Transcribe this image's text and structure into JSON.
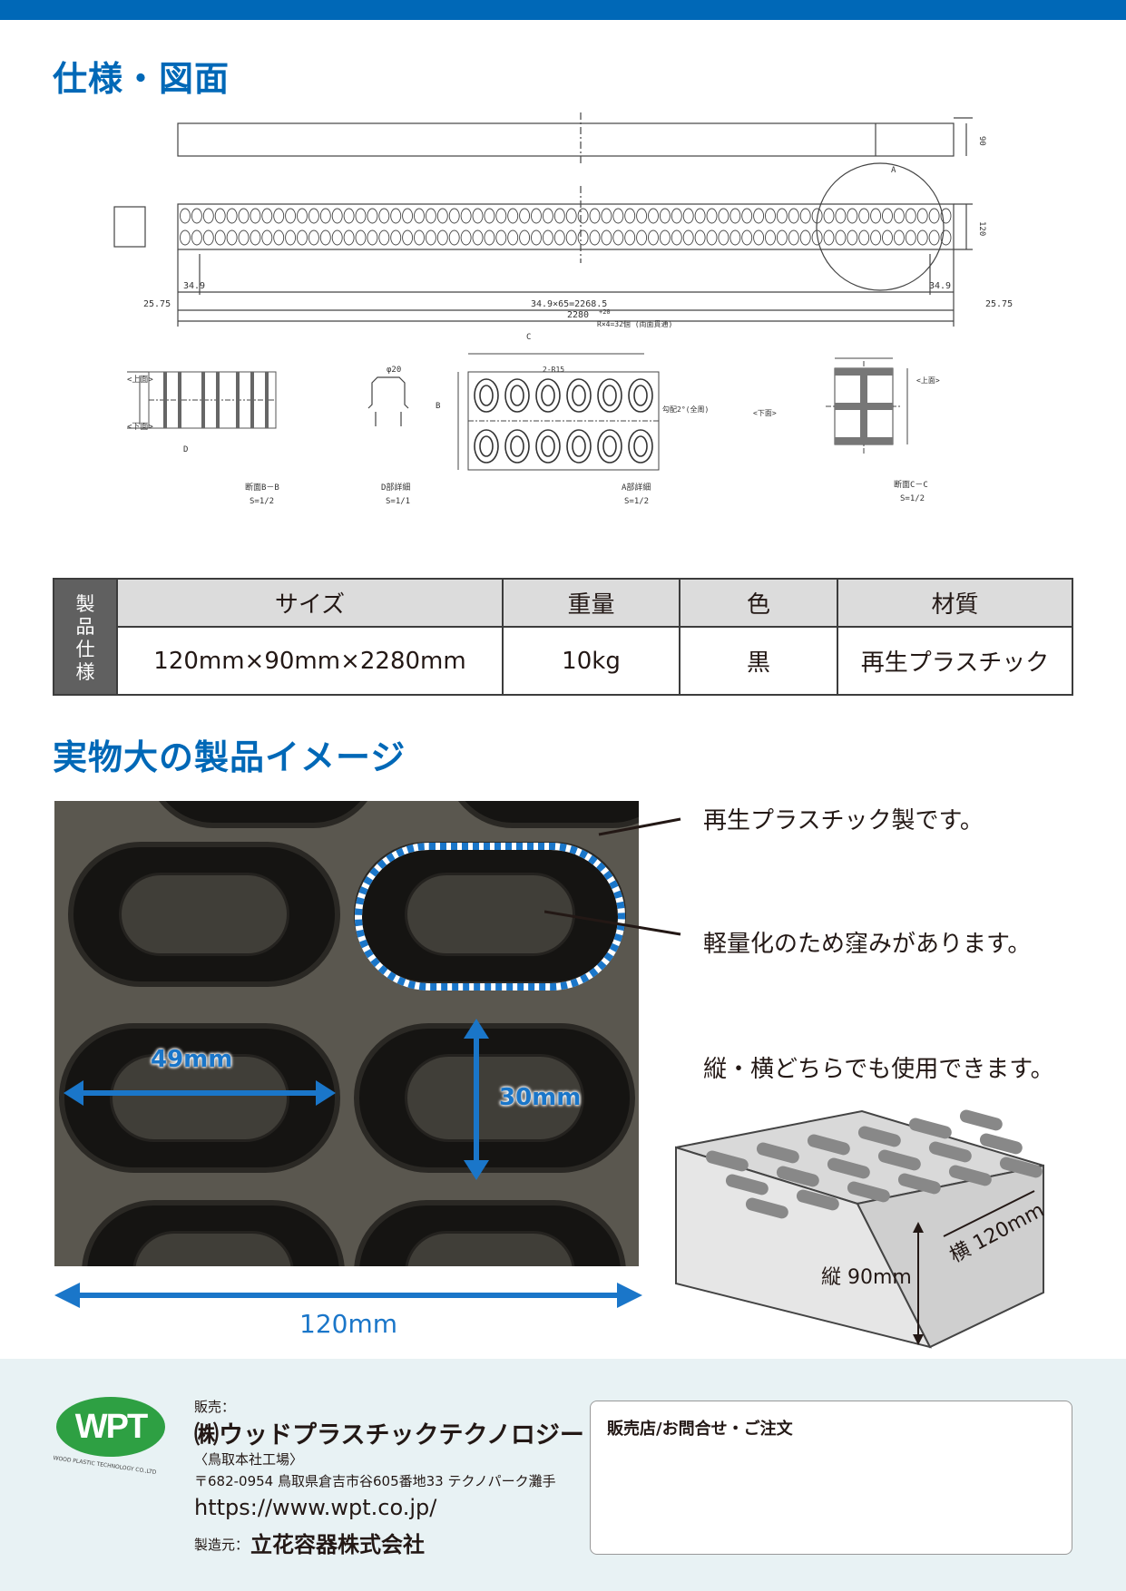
{
  "colors": {
    "brand": "#0068b7",
    "header_gray": "#dcdcdc",
    "side_gray": "#606060",
    "logo_green": "#2ea043"
  },
  "section1": {
    "title": "仕様・図面"
  },
  "drawing": {
    "dims": {
      "height90": "90",
      "width120": "120",
      "pitch": "34.9",
      "margin": "25.75",
      "span": "34.9×65=2268.5",
      "length": "2280",
      "tol": "+20",
      "detail": "A"
    },
    "labels": {
      "upper": "<上面>",
      "lower": "<下面>",
      "section_bb": "断面B－B",
      "scale_12": "S=1/2",
      "d_detail": "D部詳細",
      "scale_11": "S=1/1",
      "a_detail": "A部詳細",
      "section_cc": "断面C－C",
      "d_mark": "D",
      "b_mark": "B",
      "c_mark": "C",
      "r_note": "R×4=32個 (両面貫通)",
      "draft": "勾配2°(全周)",
      "phi20": "φ20",
      "dim_hole": "2-R15"
    }
  },
  "spec_table": {
    "side_label": [
      "製",
      "品",
      "仕",
      "様"
    ],
    "headers": [
      "サイズ",
      "重量",
      "色",
      "材質"
    ],
    "values": [
      "120mm×90mm×2280mm",
      "10kg",
      "黒",
      "再生プラスチック"
    ]
  },
  "section2": {
    "title": "実物大の製品イメージ"
  },
  "photo": {
    "measure_w": "49mm",
    "measure_h": "30mm",
    "overall_w": "120mm"
  },
  "notes": {
    "n1": "再生プラスチック製です。",
    "n2": "軽量化のため窪みがあります。",
    "n3": "縦・横どちらでも使用できます。"
  },
  "block": {
    "v_label": "縦 90mm",
    "h_label": "横 120mm"
  },
  "footer": {
    "logo_text": "WPT",
    "logo_sub": "WOOD PLASTIC TECHNOLOGY CO.,LTD",
    "sales_label": "販売：",
    "company": "㈱ウッドプラスチックテクノロジー",
    "factory": "〈鳥取本社工場〉",
    "address": "〒682-0954 鳥取県倉吉市谷605番地33 テクノパーク灘手",
    "url": "https://www.wpt.co.jp/",
    "maker_label": "製造元：",
    "maker": "立花容器株式会社",
    "contact_title": "販売店/お問合せ・ご注文"
  }
}
